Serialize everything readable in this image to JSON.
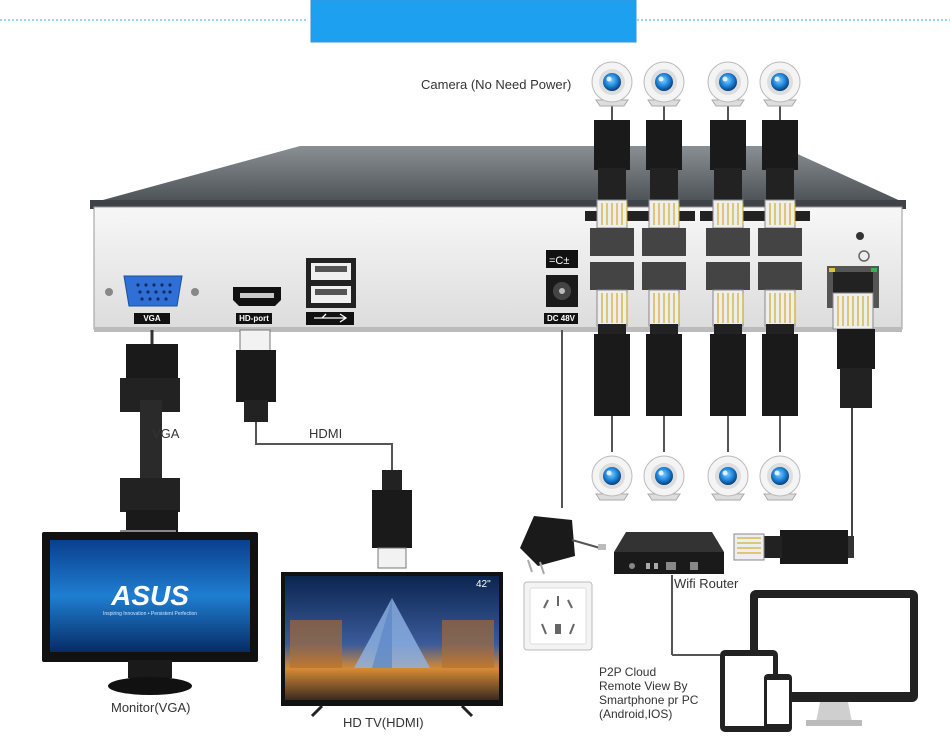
{
  "labels": {
    "camera": "Camera (No Need Power)",
    "vga_cable": "VGA",
    "hdmi_cable": "HDMI",
    "monitor": "Monitor(VGA)",
    "tv": "HD TV(HDMI)",
    "router": "Wifi Router",
    "p2p": [
      "P2P Cloud",
      "Remote View By",
      "Smartphone pr PC",
      "(Android,IOS)"
    ]
  },
  "nvr_ports": {
    "vga": "VGA",
    "hd": "HD-port",
    "dc": "DC 48V"
  },
  "monitor_brand": {
    "logo": "ASUS",
    "tagline": "Inspiring Innovation • Persistent Perfection"
  },
  "tv_size": "42\"",
  "colors": {
    "header_bar": "#1ea0f0",
    "nvr_body": "#5e6368",
    "nvr_face": "#ececec",
    "plug": "#1a1a1a"
  }
}
